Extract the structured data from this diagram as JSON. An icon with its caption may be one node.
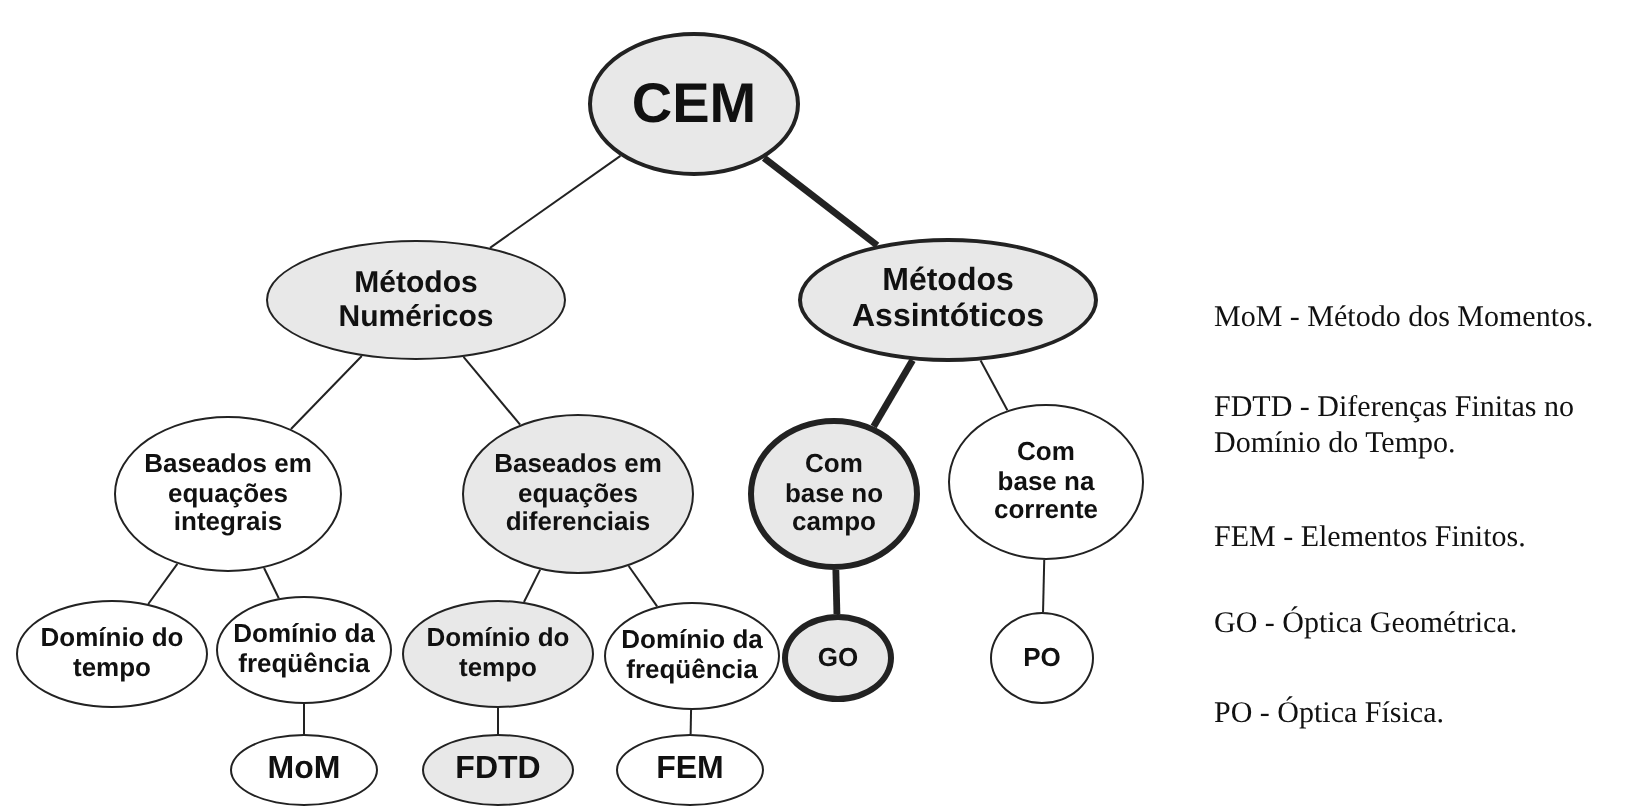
{
  "diagram": {
    "nodes": [
      {
        "text": [
          "CEM"
        ]
      },
      {
        "text": [
          "Métodos Numéricos"
        ]
      },
      {
        "text": [
          "Métodos Assintóticos"
        ]
      },
      {
        "text": [
          "Baseados em equações integrais"
        ]
      },
      {
        "text": [
          "Baseados em equações diferenciais"
        ]
      },
      {
        "text": [
          "Com base no campo"
        ]
      },
      {
        "text": [
          "Com base na corrente"
        ]
      },
      {
        "text": [
          "Domínio do tempo"
        ]
      },
      {
        "text": [
          "Domínio da freqüência"
        ]
      },
      {
        "text": [
          "Domínio do tempo"
        ]
      },
      {
        "text": [
          "Domínio da freqüência"
        ]
      },
      {
        "text": [
          "GO"
        ]
      },
      {
        "text": [
          "PO"
        ]
      },
      {
        "text": [
          "MoM"
        ]
      },
      {
        "text": [
          "FDTD"
        ]
      },
      {
        "text": [
          "FEM"
        ]
      }
    ],
    "edges": [
      {
        "from": 0,
        "to": 1,
        "arrow": "none"
      },
      {
        "from": 0,
        "to": 2,
        "arrow": "none",
        "style": "thick"
      },
      {
        "from": 1,
        "to": 3,
        "arrow": "none"
      },
      {
        "from": 1,
        "to": 4,
        "arrow": "none"
      },
      {
        "from": 2,
        "to": 5,
        "arrow": "none",
        "style": "thick"
      },
      {
        "from": 2,
        "to": 6,
        "arrow": "none"
      },
      {
        "from": 3,
        "to": 7,
        "arrow": "none"
      },
      {
        "from": 3,
        "to": 8,
        "arrow": "none"
      },
      {
        "from": 4,
        "to": 9,
        "arrow": "none"
      },
      {
        "from": 4,
        "to": 10,
        "arrow": "none"
      },
      {
        "from": 5,
        "to": 11,
        "arrow": "none",
        "style": "thick"
      },
      {
        "from": 6,
        "to": 12,
        "arrow": "none"
      },
      {
        "from": 8,
        "to": 13,
        "arrow": "none"
      },
      {
        "from": 9,
        "to": 14,
        "arrow": "none"
      },
      {
        "from": 10,
        "to": 15,
        "arrow": "none"
      }
    ],
    "labels": [
      "MoM - Método dos Momentos.",
      "FDTD - Diferenças Finitas no Domínio do Tempo.",
      "FEM - Elementos Finitos.",
      "GO - Óptica Geométrica.",
      "PO - Óptica Física."
    ]
  }
}
